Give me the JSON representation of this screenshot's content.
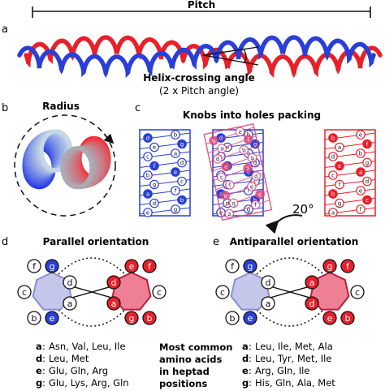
{
  "panels": {
    "a": {
      "letter": "a",
      "pitch_label": "Pitch",
      "angle_label": "Helix-crossing angle",
      "angle_sub": "(2 x Pitch angle)"
    },
    "b": {
      "letter": "b",
      "radius_label": "Radius"
    },
    "c": {
      "letter": "c",
      "title": "Knobs into holes packing",
      "angle_value": "20°",
      "left_labels": [
        "d",
        "b",
        "e",
        "g",
        "c",
        "a",
        "f",
        "d",
        "b",
        "e",
        "g",
        "c",
        "a",
        "f",
        "d",
        "b",
        "e",
        "g"
      ],
      "right_labels": [
        "b",
        "e",
        "a",
        "f",
        "d",
        "b",
        "e",
        "g",
        "c",
        "a",
        "f",
        "d",
        "b",
        "e",
        "g",
        "c",
        "a",
        "f"
      ]
    },
    "d": {
      "letter": "d",
      "title": "Parallel orientation",
      "left_helix": [
        "g",
        "d",
        "a",
        "e",
        "b",
        "c",
        "f"
      ],
      "right_helix": [
        "e",
        "d",
        "a",
        "g",
        "b",
        "c",
        "f"
      ]
    },
    "e": {
      "letter": "e",
      "title": "Antiparallel orientation",
      "left_helix": [
        "g",
        "d",
        "a",
        "e",
        "b",
        "c",
        "f"
      ],
      "right_helix": [
        "g",
        "a",
        "d",
        "e",
        "b",
        "c",
        "f"
      ]
    }
  },
  "legend_parallel": [
    {
      "key": "a",
      "value": "Asn, Val, Leu, Ile"
    },
    {
      "key": "d",
      "value": "Leu, Met"
    },
    {
      "key": "e",
      "value": "Glu, Gln, Arg"
    },
    {
      "key": "g",
      "value": "Glu, Lys, Arg, Gln"
    }
  ],
  "legend_center": [
    "Most common",
    "amino acids",
    "in heptad",
    "positions"
  ],
  "legend_antiparallel": [
    {
      "key": "a",
      "value": "Leu, Ile, Met, Ala"
    },
    {
      "key": "d",
      "value": "Leu, Tyr, Met, Ile"
    },
    {
      "key": "e",
      "value": "Arg, Gln, Ile"
    },
    {
      "key": "g",
      "value": "His, Gln, Ala, Met"
    }
  ],
  "colors": {
    "red": "#e8202a",
    "blue": "#2a3fd6",
    "pink_fill": "#ef7f95",
    "lavender_fill": "#c4c6ea",
    "black": "#111111"
  }
}
